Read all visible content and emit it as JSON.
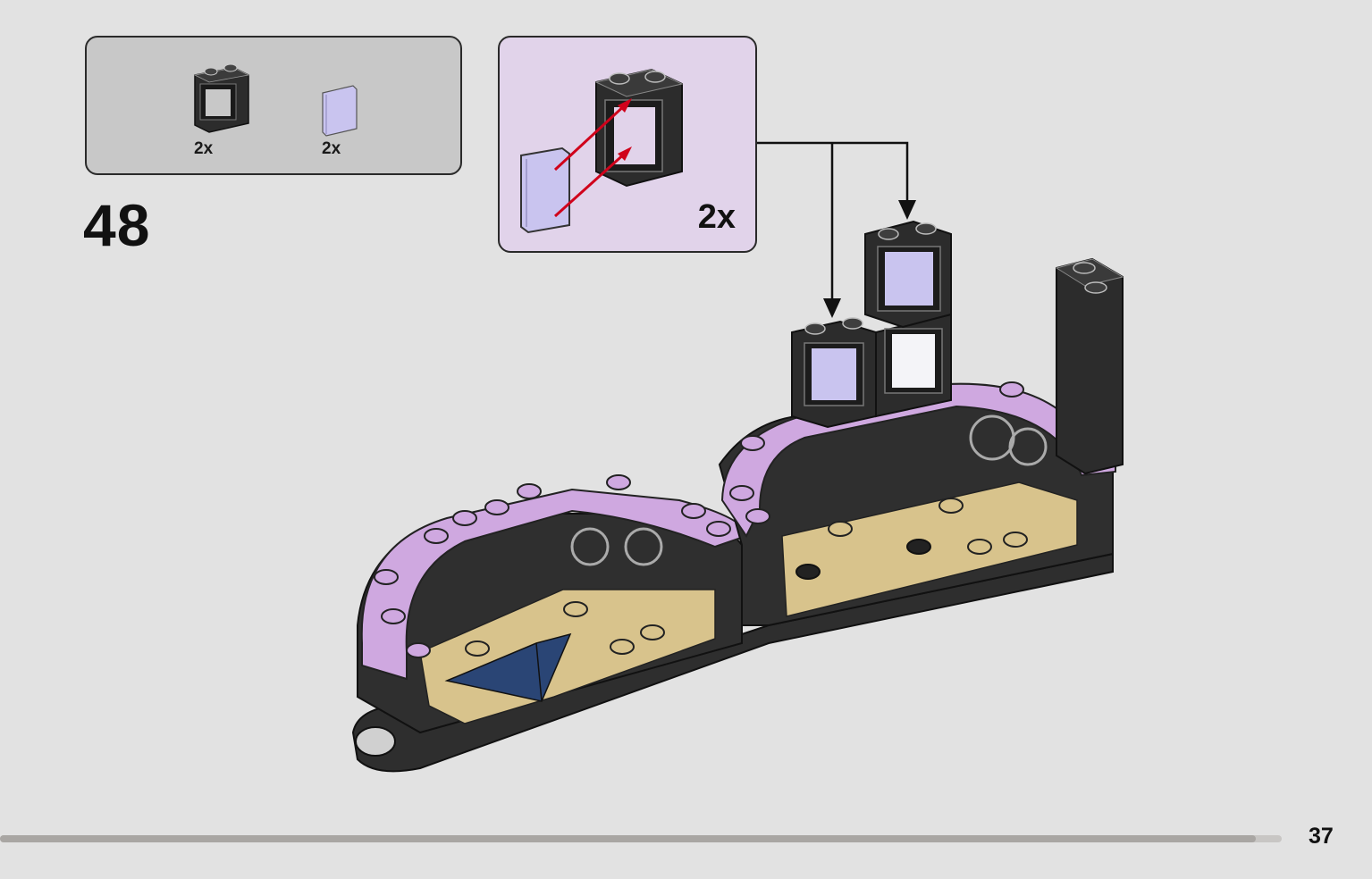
{
  "parts_list": {
    "items": [
      {
        "icon": "black-window-frame-icon",
        "count": "2x"
      },
      {
        "icon": "lavender-glass-pane-icon",
        "count": "2x"
      }
    ]
  },
  "step": {
    "number": "48"
  },
  "callout": {
    "count": "2x",
    "arrow_color": "#d0021b"
  },
  "colors": {
    "background": "#e2e2e2",
    "black_brick": "#2f2f2f",
    "lavender": "#cfa8e0",
    "tan": "#d8c38c",
    "glass": "#c9c4ef",
    "navy": "#2a4575"
  },
  "progress": {
    "fraction": 0.98
  },
  "page": {
    "number": "37"
  }
}
